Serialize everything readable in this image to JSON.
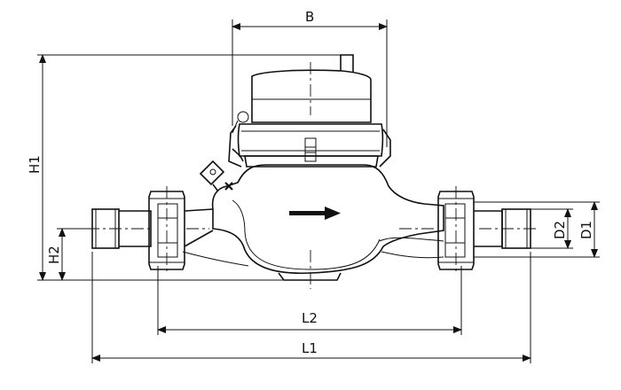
{
  "dimensions": {
    "B": "B",
    "H1": "H1",
    "H2": "H2",
    "D1": "D1",
    "D2": "D2",
    "L1": "L1",
    "L2": "L2"
  },
  "flow_direction": "left-to-right",
  "icons": {
    "flow_arrow": "arrow-right-icon",
    "vent_mark": "cross-mark-icon"
  }
}
